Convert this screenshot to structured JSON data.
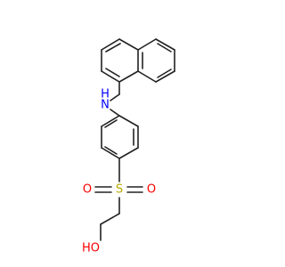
{
  "molecule": {
    "atoms": {
      "n": {
        "label": "N",
        "h": "H",
        "color": "#0000ff"
      },
      "s": {
        "label": "S",
        "color": "#b8a800"
      },
      "o_left": {
        "label": "O",
        "color": "#ff0000"
      },
      "o_right": {
        "label": "O",
        "color": "#ff0000"
      },
      "oh": {
        "label": "HO",
        "color": "#ff0000"
      }
    }
  }
}
